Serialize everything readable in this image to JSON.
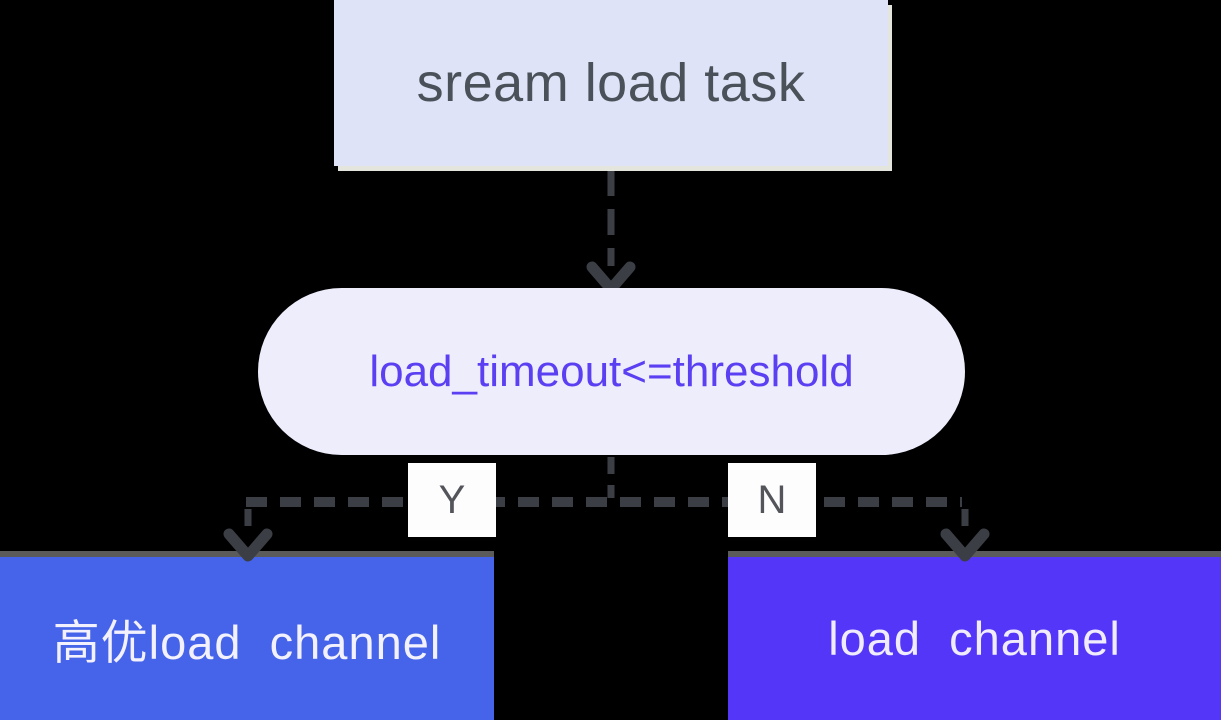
{
  "flowchart": {
    "background_color": "#000000",
    "connector_color": "#3b3f45",
    "nodes": {
      "start": {
        "label": "sream load task",
        "bg_color": "#dfe3f8",
        "text_color": "#4b5158"
      },
      "decision": {
        "label": "load_timeout<=threshold",
        "bg_color": "#ededfb",
        "text_color": "#5b3ff2"
      },
      "branch_yes": {
        "label": "Y",
        "bg_color": "#fdfdfd",
        "text_color": "#53555b"
      },
      "branch_no": {
        "label": "N",
        "bg_color": "#fdfdfd",
        "text_color": "#53555b"
      },
      "high_priority_channel": {
        "label": "高优load  channel",
        "bg_color": "#4564e9",
        "text_color": "#f3f1fd",
        "top_border_color": "#5b5b5b"
      },
      "default_channel": {
        "label": "load  channel",
        "bg_color": "#5436f8",
        "text_color": "#f1ecfd",
        "top_border_color": "#5b5b5b"
      }
    }
  }
}
